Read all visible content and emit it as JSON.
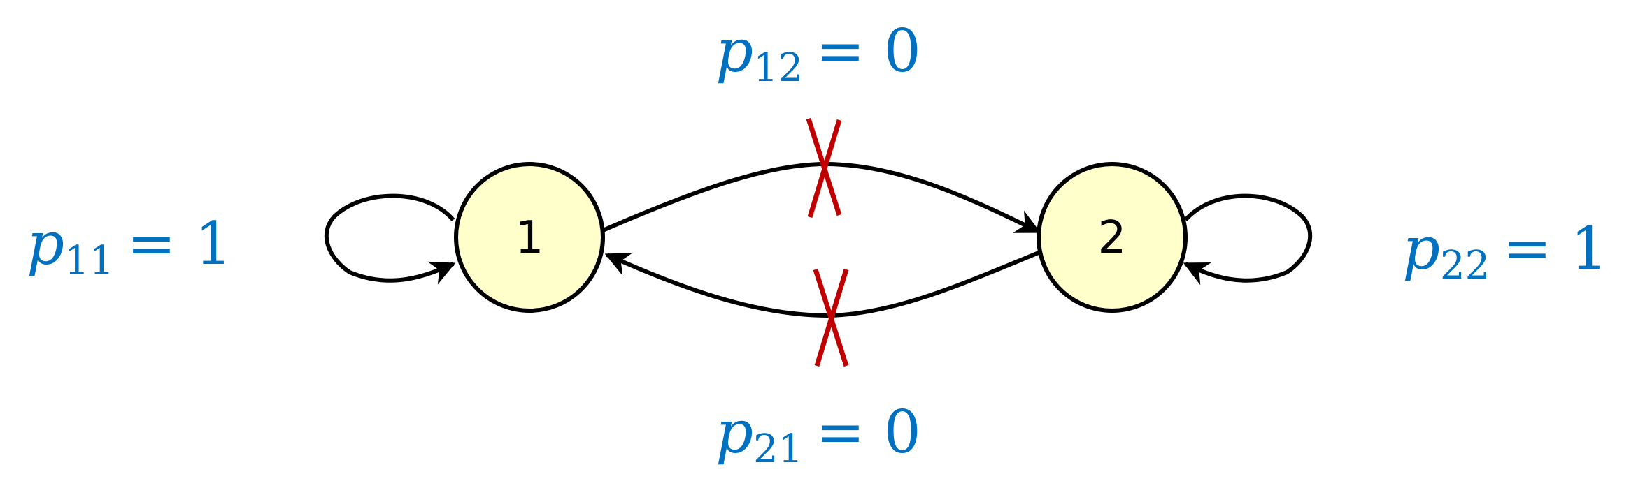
{
  "colors": {
    "label": "#0070C0",
    "node_fill": "#FFFFCC",
    "edge": "#000000",
    "blocked": "#C00000"
  },
  "nodes": [
    {
      "label": "1"
    },
    {
      "label": "2"
    }
  ],
  "labels": {
    "p11": {
      "var": "p",
      "sub": "11",
      "rhs": "= 1"
    },
    "p12": {
      "var": "p",
      "sub": "12",
      "rhs": "= 0"
    },
    "p21": {
      "var": "p",
      "sub": "21",
      "rhs": "= 0"
    },
    "p22": {
      "var": "p",
      "sub": "22",
      "rhs": "= 1"
    }
  }
}
